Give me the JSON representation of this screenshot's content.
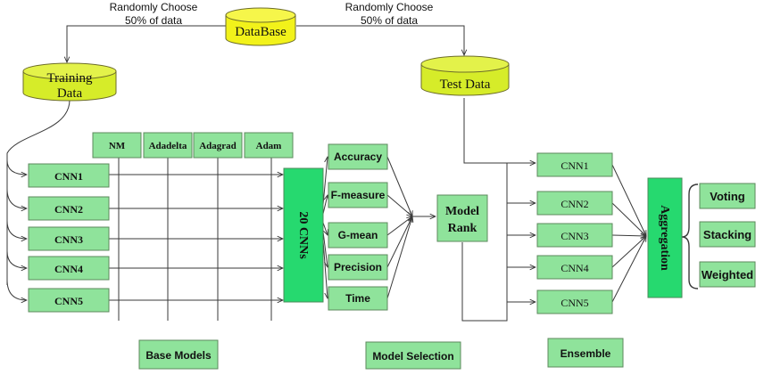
{
  "colors": {
    "box_fill": "#8fe39b",
    "box_stroke": "#5c8a5c",
    "accent_fill": "#26d96f",
    "db_fill": "#f2f21a",
    "db_stroke": "#6d6d2a",
    "line": "#3a3a3a"
  },
  "database": {
    "label": "DataBase",
    "left_annotation": [
      "Randomly Choose",
      "50% of data"
    ],
    "right_annotation": [
      "Randomly Choose",
      "50% of data"
    ]
  },
  "training_data": {
    "label": [
      "Training",
      "Data"
    ]
  },
  "test_data": {
    "label": "Test Data"
  },
  "optimizers": [
    "NM",
    "Adadelta",
    "Adagrad",
    "Adam"
  ],
  "base_cnns": [
    "CNN1",
    "CNN2",
    "CNN3",
    "CNN4",
    "CNN5"
  ],
  "twenty_cnns": "20 CNNs",
  "metrics": [
    "Accuracy",
    "F-measure",
    "G-mean",
    "Precision",
    "Time"
  ],
  "model_rank": [
    "Model",
    "Rank"
  ],
  "ensemble_cnns": [
    "CNN1",
    "CNN2",
    "CNN3",
    "CNN4",
    "CNN5"
  ],
  "aggregation": "Aggregation",
  "methods": [
    "Voting",
    "Stacking",
    "Weighted"
  ],
  "section_labels": {
    "base_models": "Base Models",
    "model_selection": "Model Selection",
    "ensemble": "Ensemble"
  }
}
